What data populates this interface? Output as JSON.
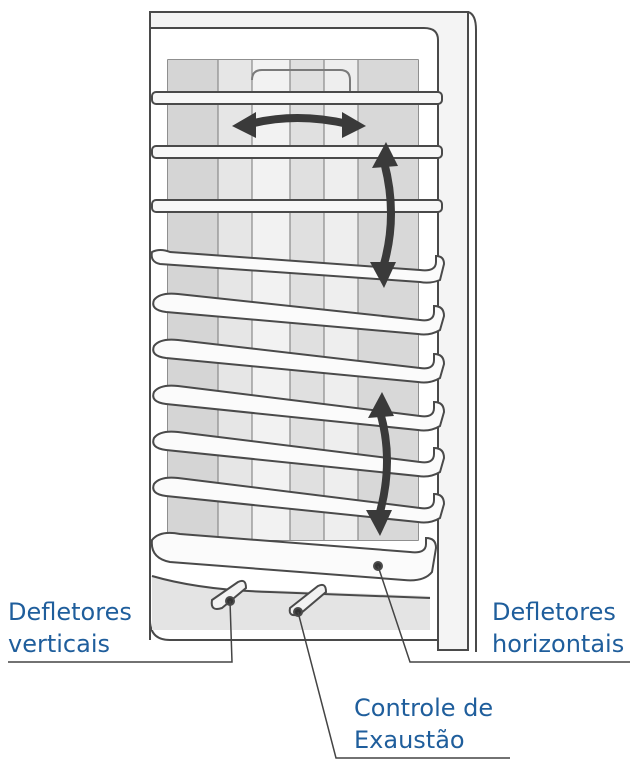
{
  "labels": {
    "vertical_line1": "Defletores",
    "vertical_line2": "verticais",
    "horizontal_line1": "Defletores",
    "horizontal_line2": "horizontais",
    "exhaust_line1": "Controle de",
    "exhaust_line2": "Exaustão"
  },
  "colors": {
    "label_text": "#1f5e9c",
    "outline": "#4a4a4a",
    "shade_light": "#e9e9e9",
    "shade_mid": "#d2d2d2",
    "arrow": "#3a3a3a"
  },
  "icons": {
    "horizontal_arrow": "double-headed-arrow-horizontal",
    "vertical_arrow_upper": "double-headed-arrow-vertical",
    "vertical_arrow_lower": "double-headed-arrow-vertical"
  }
}
